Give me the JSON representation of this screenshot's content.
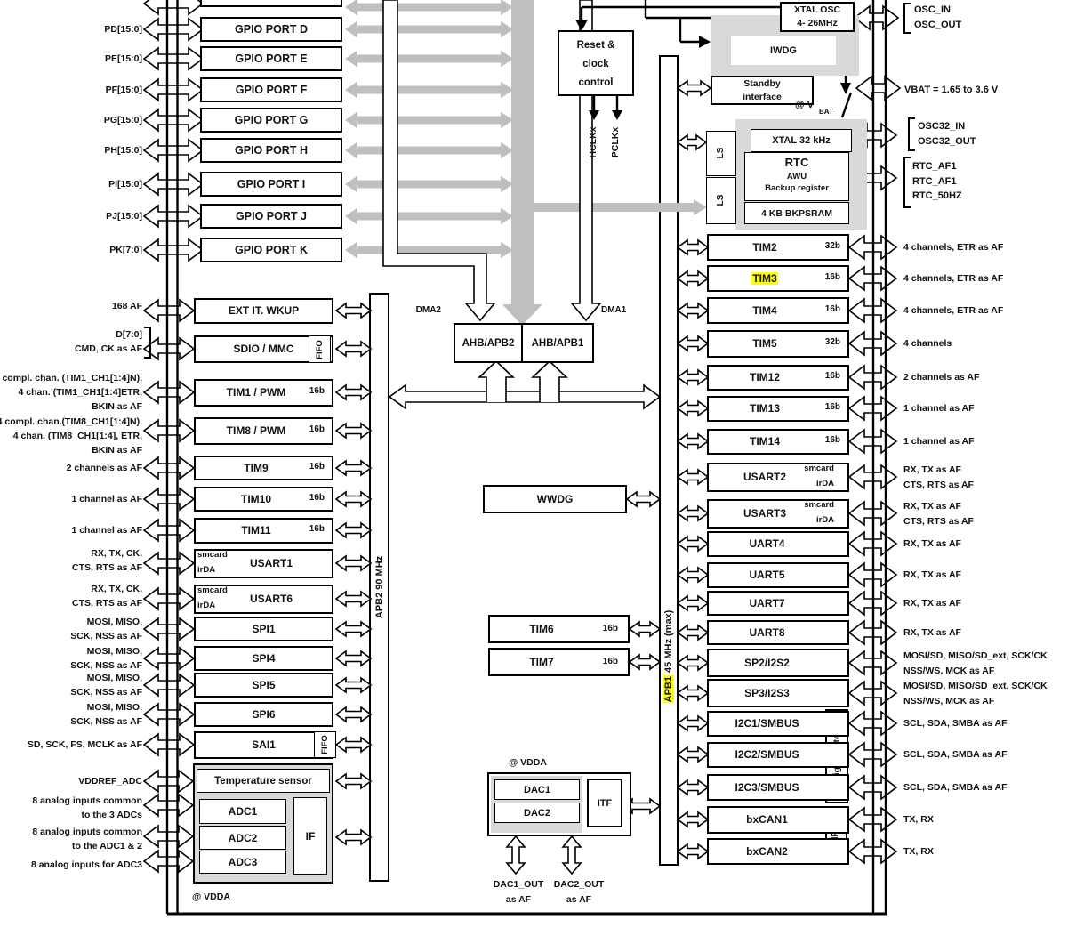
{
  "colors": {
    "highlight": "#ffff00",
    "arrow_gray": "#bfbfbf",
    "panel_gray": "#d9d9d9"
  },
  "gpio_rows": [
    {
      "pin": "PD[15:0]",
      "label": "GPIO PORT D"
    },
    {
      "pin": "PE[15:0]",
      "label": "GPIO PORT E"
    },
    {
      "pin": "PF[15:0]",
      "label": "GPIO PORT F"
    },
    {
      "pin": "PG[15:0]",
      "label": "GPIO PORT G"
    },
    {
      "pin": "PH[15:0]",
      "label": "GPIO PORT H"
    },
    {
      "pin": "PI[15:0]",
      "label": "GPIO PORT I"
    },
    {
      "pin": "PJ[15:0]",
      "label": "GPIO PORT J"
    },
    {
      "pin": "PK[7:0]",
      "label": "GPIO PORT K"
    }
  ],
  "left_rows": [
    {
      "af": [
        "168 AF"
      ],
      "label": "EXT IT. WKUP"
    },
    {
      "af": [
        "D[7:0]",
        "CMD, CK as AF"
      ],
      "label": "SDIO / MMC",
      "fifo": "FIFO"
    },
    {
      "af": [
        "compl. chan. (TIM1_CH1[1:4]N),",
        "4 chan. (TIM1_CH1[1:4]ETR,",
        "BKIN as AF"
      ],
      "label": "TIM1 / PWM",
      "bits": "16b"
    },
    {
      "af": [
        "4 compl. chan.(TIM8_CH1[1:4]N),",
        "4 chan. (TIM8_CH1[1:4], ETR,",
        "BKIN as AF"
      ],
      "label": "TIM8 / PWM",
      "bits": "16b"
    },
    {
      "af": [
        "2 channels as AF"
      ],
      "label": "TIM9",
      "bits": "16b"
    },
    {
      "af": [
        "1 channel as AF"
      ],
      "label": "TIM10",
      "bits": "16b"
    },
    {
      "af": [
        "1 channel as AF"
      ],
      "label": "TIM11",
      "bits": "16b"
    },
    {
      "af": [
        "RX, TX, CK,",
        "CTS, RTS as AF"
      ],
      "label": "USART1",
      "sub": [
        "smcard",
        "irDA"
      ]
    },
    {
      "af": [
        "RX, TX, CK,",
        "CTS, RTS as AF"
      ],
      "label": "USART6",
      "sub": [
        "smcard",
        "irDA"
      ]
    },
    {
      "af": [
        "MOSI, MISO,",
        "SCK, NSS as AF"
      ],
      "label": "SPI1"
    },
    {
      "af": [
        "MOSI, MISO,",
        "SCK, NSS as AF"
      ],
      "label": "SPI4"
    },
    {
      "af": [
        "MOSI, MISO,",
        "SCK, NSS as AF"
      ],
      "label": "SPI5"
    },
    {
      "af": [
        "MOSI, MISO,",
        "SCK, NSS as AF"
      ],
      "label": "SPI6"
    },
    {
      "af": [
        "SD, SCK, FS, MCLK as AF"
      ],
      "label": "SAI1",
      "fifo": "FIFO"
    }
  ],
  "adc": {
    "temp_label": "Temperature sensor",
    "temp_af": [
      "VDDREF_ADC"
    ],
    "adc1": "ADC1",
    "adc1_af": [
      "8 analog inputs common",
      "to the 3 ADCs"
    ],
    "adc2": "ADC2",
    "adc2_af": [
      "8 analog inputs common",
      "to the ADC1 & 2"
    ],
    "adc3": "ADC3",
    "adc3_af": [
      "8 analog inputs for ADC3"
    ],
    "if_label": "IF",
    "vdda": "@ VDDA"
  },
  "middle": {
    "rcc": [
      "Reset &",
      "clock",
      "control"
    ],
    "hclk": "HCLKx",
    "pclk": "PCLKx",
    "dma2": "DMA2",
    "dma1": "DMA1",
    "bridge2": "AHB/APB2",
    "bridge1": "AHB/APB1",
    "wwdg": "WWDG",
    "tim6": "TIM6",
    "tim6_bits": "16b",
    "tim7": "TIM7",
    "tim7_bits": "16b"
  },
  "buses": {
    "apb2": "APB2 90 MHz",
    "apb1_name": "APB1",
    "apb1_speed": " 45 MHz (max)"
  },
  "dac": {
    "dac1": "DAC1",
    "dac2": "DAC2",
    "itf": "ITF",
    "vdda": "@ VDDA",
    "out1": [
      "DAC1_OUT",
      "as AF"
    ],
    "out2": [
      "DAC2_OUT",
      "as AF"
    ]
  },
  "top_right": {
    "xtal": [
      "XTAL OSC",
      "4- 26MHz"
    ],
    "iwdg": "IWDG",
    "standby": [
      "Standby",
      "interface"
    ],
    "vbat_at": "@ V",
    "vbat_sub": "BAT",
    "ls": "LS",
    "xtal32": "XTAL 32 kHz",
    "rtc_title": "RTC",
    "rtc_sub1": "AWU",
    "rtc_sub2": "Backup register",
    "bkpsram": "4 KB BKPSRAM"
  },
  "right_pins": {
    "osc": [
      "OSC_IN",
      "OSC_OUT"
    ],
    "vbat": "VBAT = 1.65 to 3.6 V",
    "osc32": [
      "OSC32_IN",
      "OSC32_OUT"
    ],
    "rtc": [
      "RTC_AF1",
      "RTC_AF1",
      "RTC_50HZ"
    ]
  },
  "right_rows": [
    {
      "label": "TIM2",
      "bits": "32b",
      "af": [
        "4 channels, ETR as AF"
      ]
    },
    {
      "label": "TIM3",
      "bits": "16b",
      "af": [
        "4 channels, ETR as AF"
      ],
      "highlight": true
    },
    {
      "label": "TIM4",
      "bits": "16b",
      "af": [
        "4 channels, ETR as AF"
      ]
    },
    {
      "label": "TIM5",
      "bits": "32b",
      "af": [
        "4 channels"
      ]
    },
    {
      "label": "TIM12",
      "bits": "16b",
      "af": [
        "2 channels as AF"
      ]
    },
    {
      "label": "TIM13",
      "bits": "16b",
      "af": [
        "1 channel as AF"
      ]
    },
    {
      "label": "TIM14",
      "bits": "16b",
      "af": [
        "1 channel as AF"
      ]
    },
    {
      "label": "USART2",
      "sub": [
        "smcard",
        "irDA"
      ],
      "af": [
        "RX, TX as AF",
        "CTS, RTS as AF"
      ]
    },
    {
      "label": "USART3",
      "sub": [
        "smcard",
        "irDA"
      ],
      "af": [
        "RX, TX as AF",
        "CTS, RTS as AF"
      ]
    },
    {
      "label": "UART4",
      "af": [
        "RX, TX as AF"
      ]
    },
    {
      "label": "UART5",
      "af": [
        "RX, TX as AF"
      ]
    },
    {
      "label": "UART7",
      "af": [
        "RX, TX as AF"
      ]
    },
    {
      "label": "UART8",
      "af": [
        "RX, TX as AF"
      ]
    },
    {
      "label": "SP2/I2S2",
      "af": [
        "MOSI/SD, MISO/SD_ext, SCK/CK",
        "NSS/WS, MCK as AF"
      ]
    },
    {
      "label": "SP3/I2S3",
      "af": [
        "MOSI/SD, MISO/SD_ext, SCK/CK",
        "NSS/WS, MCK as AF"
      ]
    },
    {
      "label": "I2C1/SMBUS",
      "af": [
        "SCL, SDA, SMBA as AF"
      ]
    },
    {
      "label": "I2C2/SMBUS",
      "af": [
        "SCL, SDA, SMBA as AF"
      ]
    },
    {
      "label": "I2C3/SMBUS",
      "af": [
        "SCL, SDA, SMBA as AF"
      ]
    },
    {
      "label": "bxCAN1",
      "af": [
        "TX, RX"
      ]
    },
    {
      "label": "bxCAN2",
      "af": [
        "TX, RX"
      ]
    }
  ],
  "right_side": {
    "digital_filter": "Digital filter",
    "can_fifo": "FIFO"
  }
}
